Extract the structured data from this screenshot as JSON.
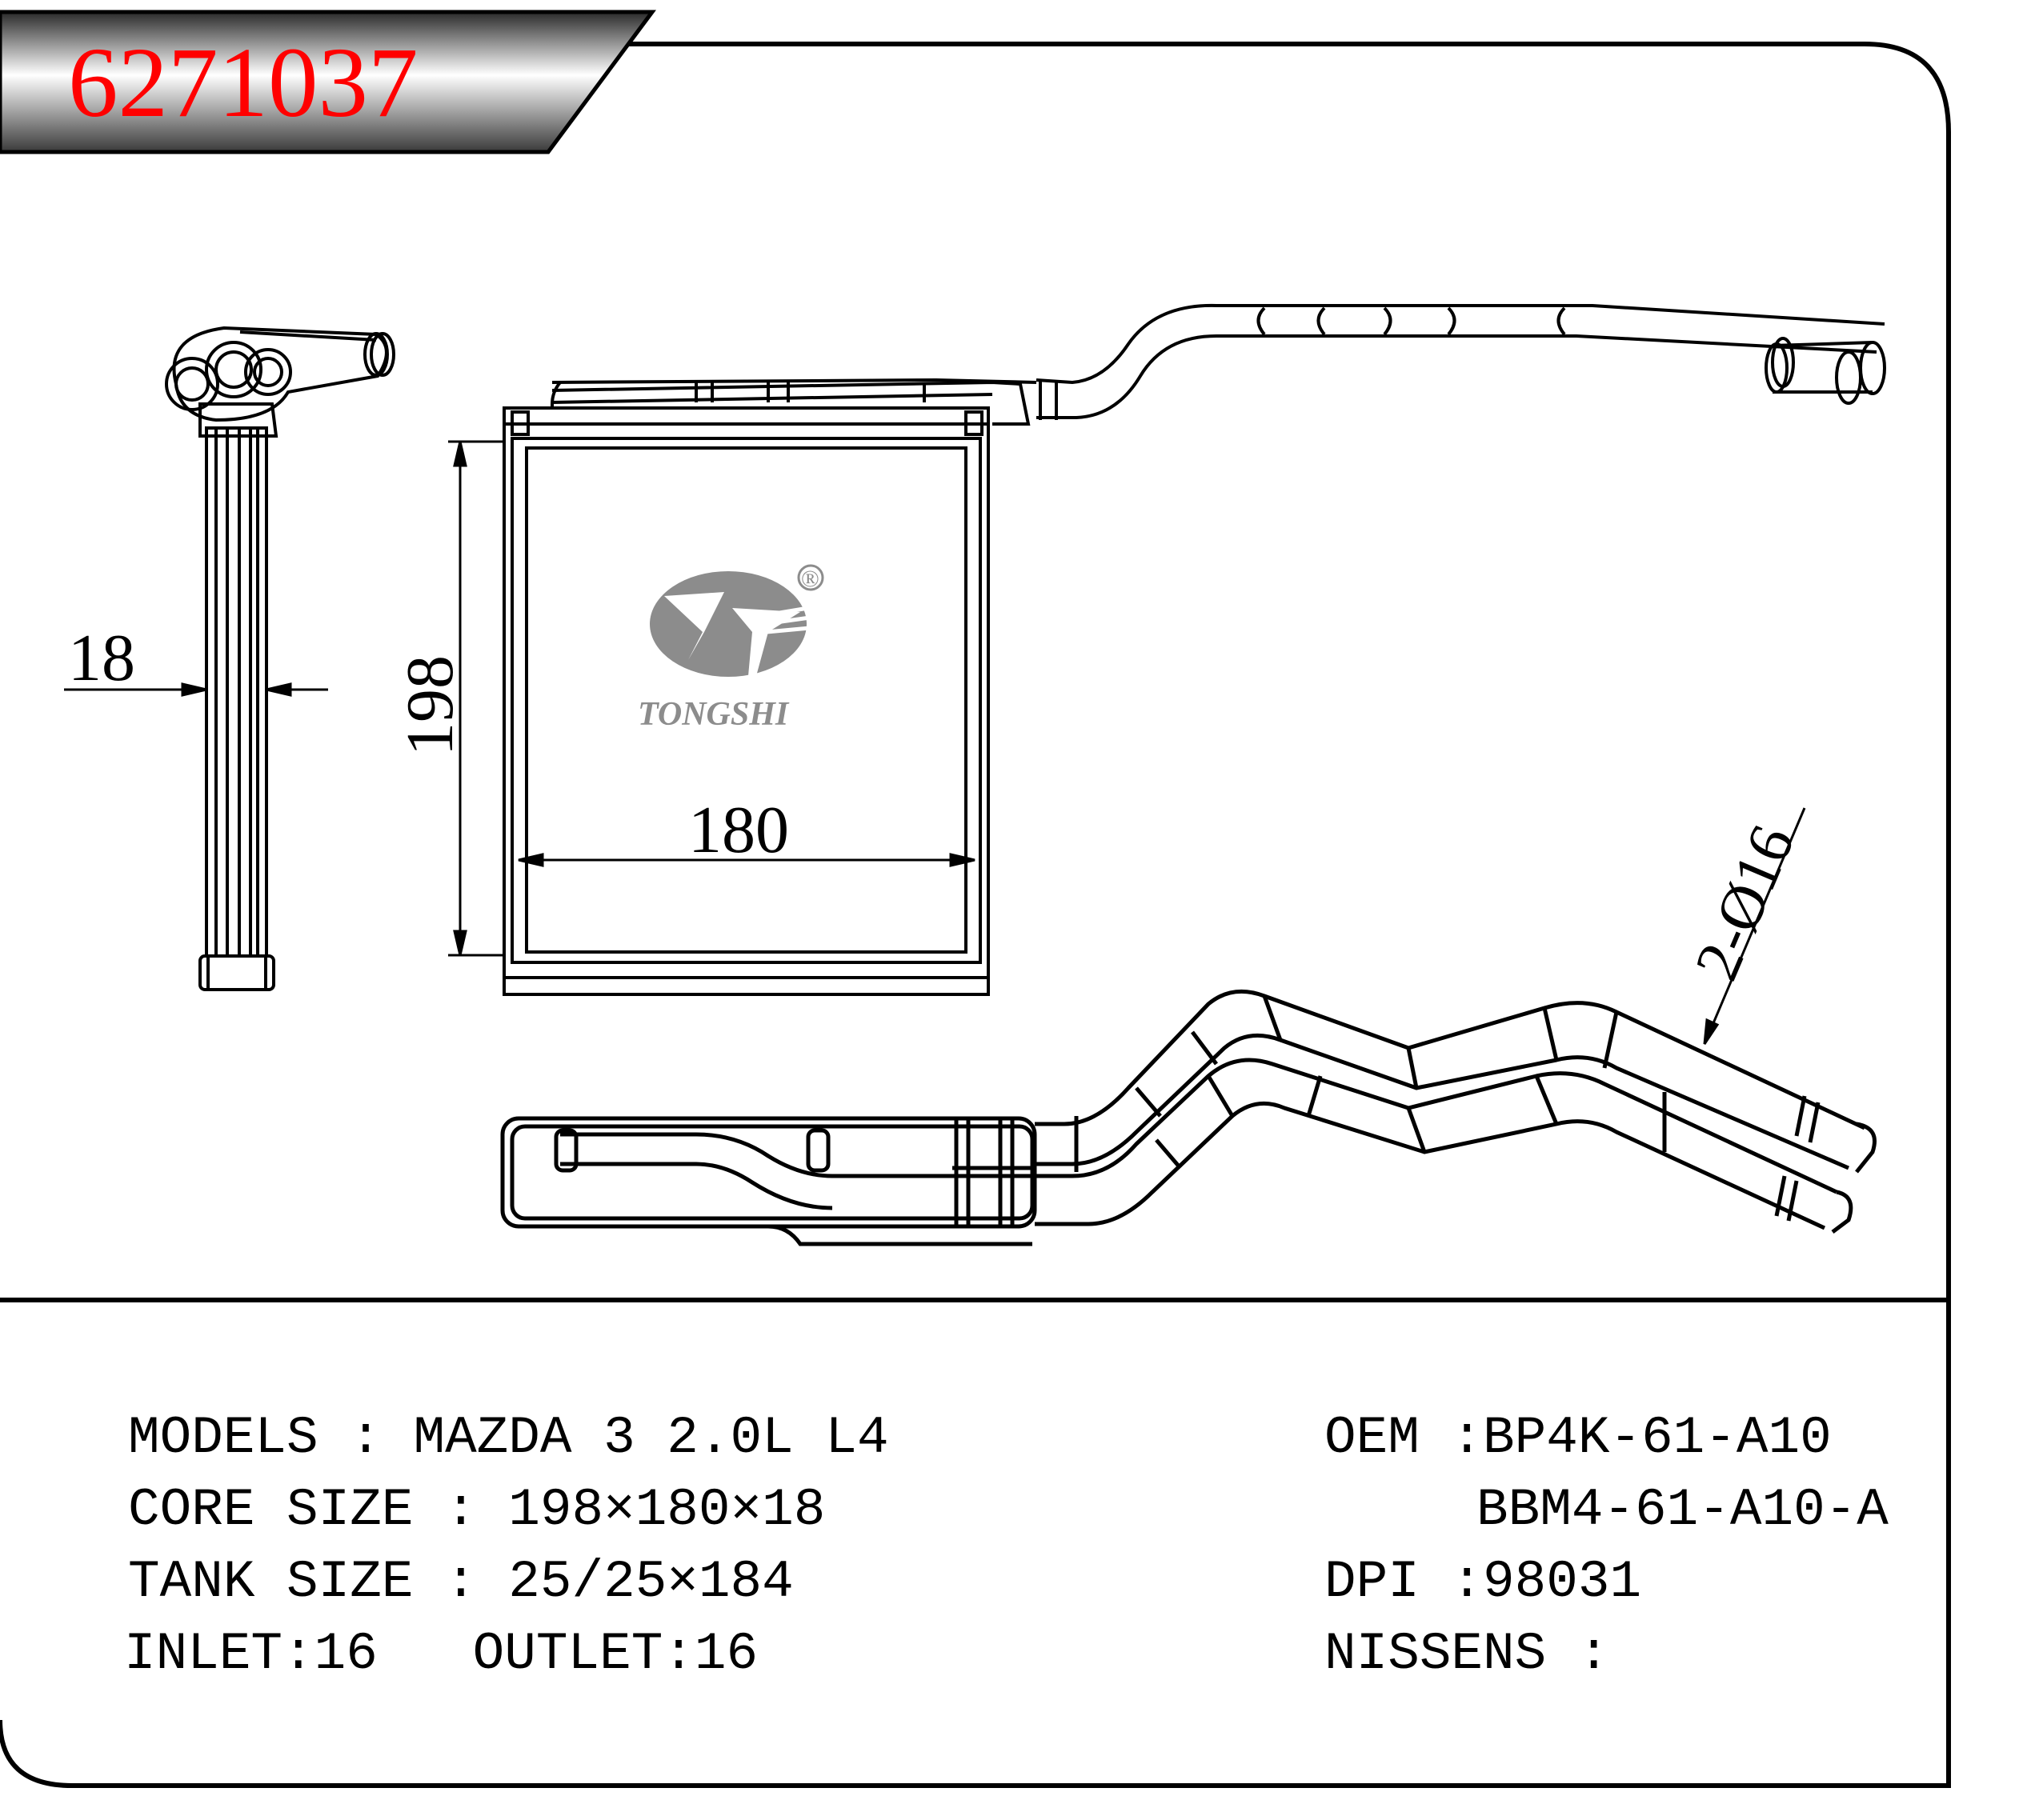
{
  "part_number": "6271037",
  "colors": {
    "part_number": "#ff0000",
    "line": "#000000",
    "logo": "#8c8c8c",
    "header_bg": "#3d3d3d"
  },
  "logo": {
    "brand": "TONGSHI",
    "registered_mark": "®"
  },
  "dimensions": {
    "thickness": "18",
    "height": "198",
    "width": "180",
    "pipe_callout": "2-Ø16"
  },
  "specs": {
    "models": "MODELS : MAZDA 3 2.0L L4",
    "core_size": "CORE SIZE : 198×180×18",
    "tank_size": "TANK SIZE : 25/25×184",
    "inlet_outlet": "INLET:16   OUTLET:16",
    "oem_1": "OEM :BP4K-61-A10",
    "oem_2": "BBM4-61-A10-A",
    "dpi": "DPI :98031",
    "nissens": "NISSENS :"
  }
}
